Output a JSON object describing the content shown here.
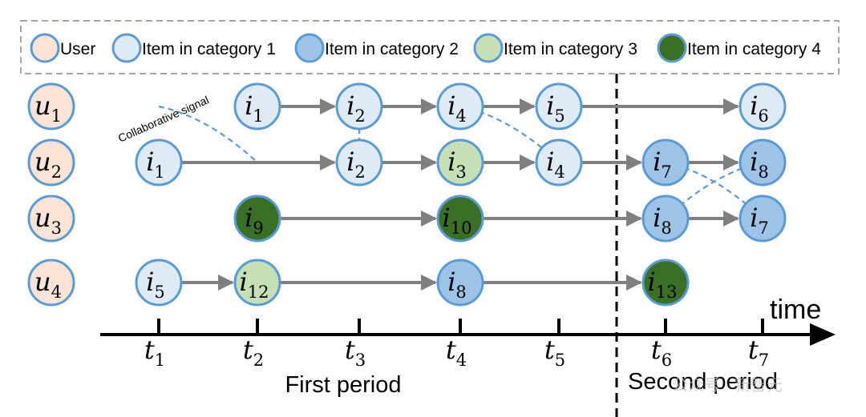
{
  "legend": {
    "user": "User",
    "cat1": "Item in category 1",
    "cat2": "Item in category 2",
    "cat3": "Item in category 3",
    "cat4": "Item in category 4"
  },
  "colors": {
    "user": "#fbe3d6",
    "cat1": "#deebf7",
    "cat2": "#9dc3e6",
    "cat3": "#c5e0b4",
    "cat4": "#3a6f26",
    "stroke": "#5b9bd5",
    "arrow": "#7f7f7f",
    "dashed": "#5b9bd5"
  },
  "users": [
    {
      "base": "u",
      "sub": "1"
    },
    {
      "base": "u",
      "sub": "2"
    },
    {
      "base": "u",
      "sub": "3"
    },
    {
      "base": "u",
      "sub": "4"
    }
  ],
  "rows": [
    [
      {
        "t": 2,
        "sub": "1",
        "cat": "cat1"
      },
      {
        "t": 3,
        "sub": "2",
        "cat": "cat1"
      },
      {
        "t": 4,
        "sub": "4",
        "cat": "cat1"
      },
      {
        "t": 5,
        "sub": "5",
        "cat": "cat1"
      },
      {
        "t": 7,
        "sub": "6",
        "cat": "cat1"
      }
    ],
    [
      {
        "t": 1,
        "sub": "1",
        "cat": "cat1"
      },
      {
        "t": 3,
        "sub": "2",
        "cat": "cat1"
      },
      {
        "t": 4,
        "sub": "3",
        "cat": "cat3"
      },
      {
        "t": 5,
        "sub": "4",
        "cat": "cat1"
      },
      {
        "t": 6,
        "sub": "7",
        "cat": "cat2"
      },
      {
        "t": 7,
        "sub": "8",
        "cat": "cat2"
      }
    ],
    [
      {
        "t": 2,
        "sub": "9",
        "cat": "cat4"
      },
      {
        "t": 4,
        "sub": "10",
        "cat": "cat4"
      },
      {
        "t": 6,
        "sub": "8",
        "cat": "cat2"
      },
      {
        "t": 7,
        "sub": "7",
        "cat": "cat2"
      }
    ],
    [
      {
        "t": 1,
        "sub": "5",
        "cat": "cat1"
      },
      {
        "t": 2,
        "sub": "12",
        "cat": "cat3"
      },
      {
        "t": 4,
        "sub": "8",
        "cat": "cat2"
      },
      {
        "t": 6,
        "sub": "13",
        "cat": "cat4"
      }
    ]
  ],
  "time_ticks": [
    {
      "base": "t",
      "sub": "1"
    },
    {
      "base": "t",
      "sub": "2"
    },
    {
      "base": "t",
      "sub": "3"
    },
    {
      "base": "t",
      "sub": "4"
    },
    {
      "base": "t",
      "sub": "5"
    },
    {
      "base": "t",
      "sub": "6"
    },
    {
      "base": "t",
      "sub": "7"
    }
  ],
  "links": [
    {
      "from": [
        1,
        1
      ],
      "to": [
        2,
        2
      ]
    },
    {
      "from": [
        3,
        2
      ],
      "to": [
        3,
        1
      ]
    },
    {
      "from": [
        4,
        1
      ],
      "to": [
        5,
        2
      ]
    },
    {
      "from": [
        6,
        2
      ],
      "to": [
        7,
        3
      ]
    },
    {
      "from": [
        6,
        3
      ],
      "to": [
        7,
        2
      ]
    }
  ],
  "labels": {
    "collab": "Collaborative signal",
    "time": "time",
    "first": "First period",
    "second": "Second period",
    "watermark": "公众号 · 新智元"
  }
}
